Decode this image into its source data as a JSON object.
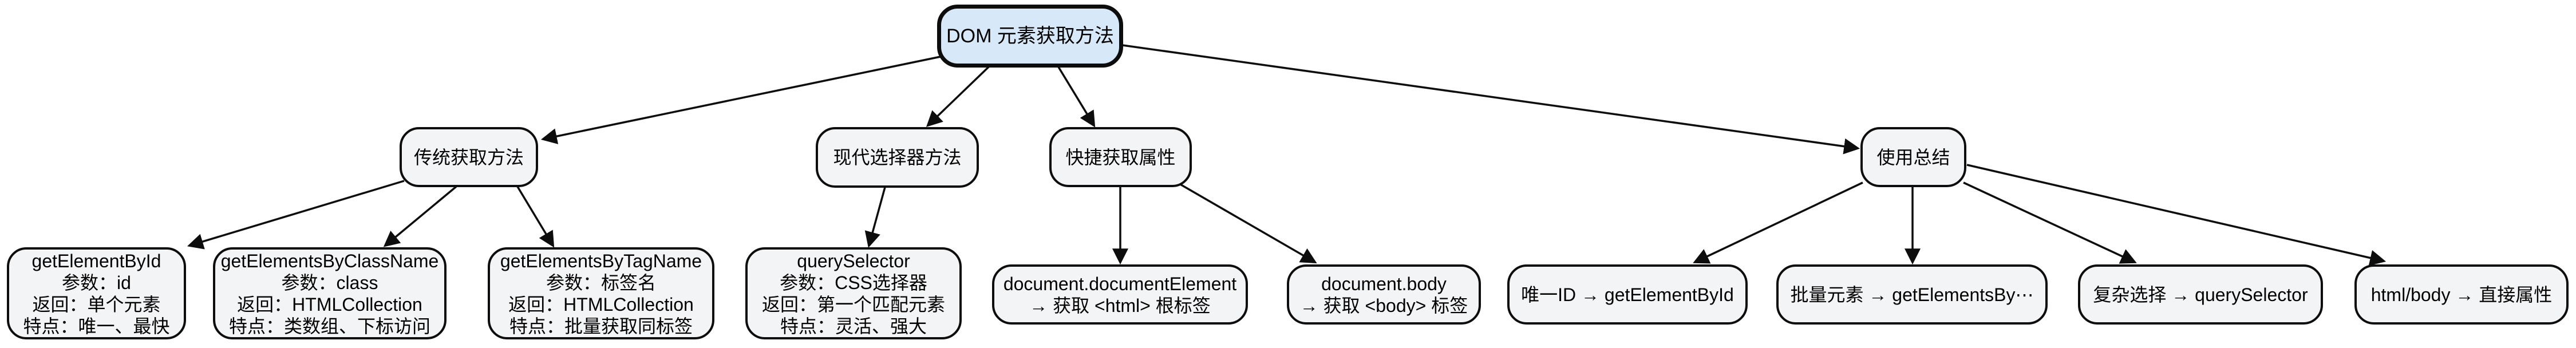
{
  "diagram": {
    "title": "DOM 元素获取方法",
    "colors": {
      "background": "#ffffff",
      "root_fill": "#d7e9f8",
      "node_fill": "#f3f4f6",
      "stroke": "#0d0d0d",
      "text": "#000000"
    },
    "nodes": {
      "root": {
        "label": "DOM 元素获取方法"
      },
      "traditional": {
        "label": "传统获取方法"
      },
      "modern": {
        "label": "现代选择器方法"
      },
      "shortcut": {
        "label": "快捷获取属性"
      },
      "summary": {
        "label": "使用总结"
      },
      "get_element_by_id": {
        "lines": [
          "getElementById",
          "参数：id",
          "返回：单个元素",
          "特点：唯一、最快"
        ]
      },
      "get_elements_by_class_name": {
        "lines": [
          "getElementsByClassName",
          "参数：class",
          "返回：HTMLCollection",
          "特点：类数组、下标访问"
        ]
      },
      "get_elements_by_tag_name": {
        "lines": [
          "getElementsByTagName",
          "参数：标签名",
          "返回：HTMLCollection",
          "特点：批量获取同标签"
        ]
      },
      "query_selector": {
        "lines": [
          "querySelector",
          "参数：CSS选择器",
          "返回：第一个匹配元素",
          "特点：灵活、强大"
        ]
      },
      "document_element": {
        "lines": [
          "document.documentElement",
          "→ 获取 <html> 根标签"
        ]
      },
      "document_body": {
        "lines": [
          "document.body",
          "→ 获取 <body> 标签"
        ]
      },
      "unique_id": {
        "label": "唯一ID → getElementById"
      },
      "batch_elements": {
        "label": "批量元素 → getElementsBy⋯"
      },
      "complex_select": {
        "label": "复杂选择 → querySelector"
      },
      "html_body": {
        "label": "html/body → 直接属性"
      }
    },
    "edges": [
      {
        "from": "root",
        "to": "traditional"
      },
      {
        "from": "root",
        "to": "modern"
      },
      {
        "from": "root",
        "to": "shortcut"
      },
      {
        "from": "root",
        "to": "summary"
      },
      {
        "from": "traditional",
        "to": "get_element_by_id"
      },
      {
        "from": "traditional",
        "to": "get_elements_by_class_name"
      },
      {
        "from": "traditional",
        "to": "get_elements_by_tag_name"
      },
      {
        "from": "modern",
        "to": "query_selector"
      },
      {
        "from": "shortcut",
        "to": "document_element"
      },
      {
        "from": "shortcut",
        "to": "document_body"
      },
      {
        "from": "summary",
        "to": "unique_id"
      },
      {
        "from": "summary",
        "to": "batch_elements"
      },
      {
        "from": "summary",
        "to": "complex_select"
      },
      {
        "from": "summary",
        "to": "html_body"
      }
    ]
  }
}
